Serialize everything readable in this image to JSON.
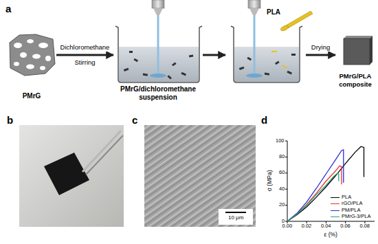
{
  "diagram": {
    "nodes": [
      {
        "text": [
          "PMrG"
        ]
      },
      {
        "text": [
          "PMrG/dichloromethane suspension"
        ]
      },
      {
        "text": [
          "PLA"
        ]
      },
      {
        "text": [
          "PMrG/PLA composite"
        ]
      }
    ],
    "edges": [
      {
        "from": 0,
        "to": 1,
        "arrow": "to",
        "label": "Dichloromethane"
      },
      {
        "from": 1,
        "to": 2,
        "arrow": "to"
      },
      {
        "from": 2,
        "to": 3,
        "arrow": "to",
        "label": "Drying"
      }
    ],
    "labels": [
      "a",
      "Stirring",
      "b",
      "c",
      "10 μm",
      "d",
      "100",
      "80",
      "60",
      "40",
      "20",
      "0",
      "0.00",
      "0.02",
      "0.04",
      "0.06",
      "0.08",
      "σ (MPa)",
      "ε (%)"
    ],
    "legend": [
      {
        "text": "PLA"
      },
      {
        "text": "rGO/PLA"
      },
      {
        "text": "PM/PLA"
      },
      {
        "text": "PMrG-3/PLA"
      }
    ]
  }
}
